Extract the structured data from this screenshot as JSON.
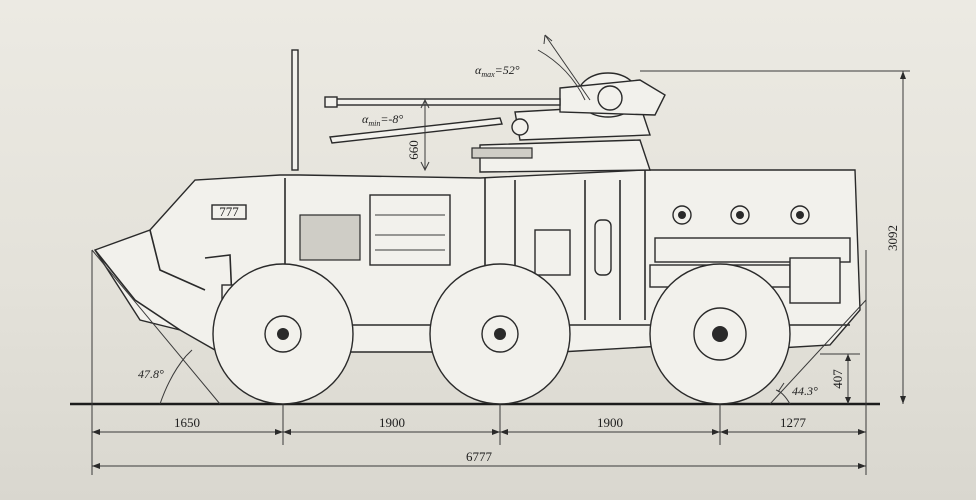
{
  "dimensions": {
    "overall_length": "6777",
    "front_overhang": "1650",
    "wheelbase_1": "1900",
    "wheelbase_2": "1900",
    "rear_overhang": "1277",
    "height": "3092",
    "ground_clearance": "407",
    "gun_height": "660"
  },
  "angles": {
    "approach": "47.8°",
    "departure": "44.3°",
    "elevation_max_symbol": "α",
    "elevation_max_sub": "max",
    "elevation_max_value": "=52°",
    "elevation_min_symbol": "α",
    "elevation_min_sub": "min",
    "elevation_min_value": "=-8°"
  },
  "hull_marking": "777"
}
